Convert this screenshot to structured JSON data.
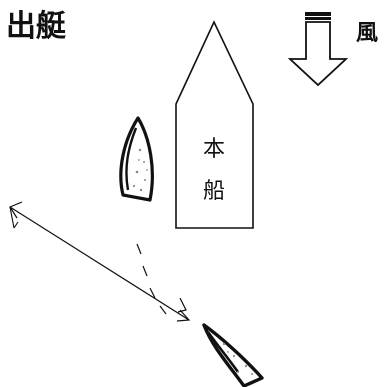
{
  "title": "出艇",
  "wind": {
    "label": "風",
    "icon": "down-arrow-icon"
  },
  "mothership": {
    "label_line1": "本",
    "label_line2": "船"
  },
  "colors": {
    "ink": "#111111",
    "background": "#ffffff",
    "hull_speckle": "#8a8a8a"
  }
}
